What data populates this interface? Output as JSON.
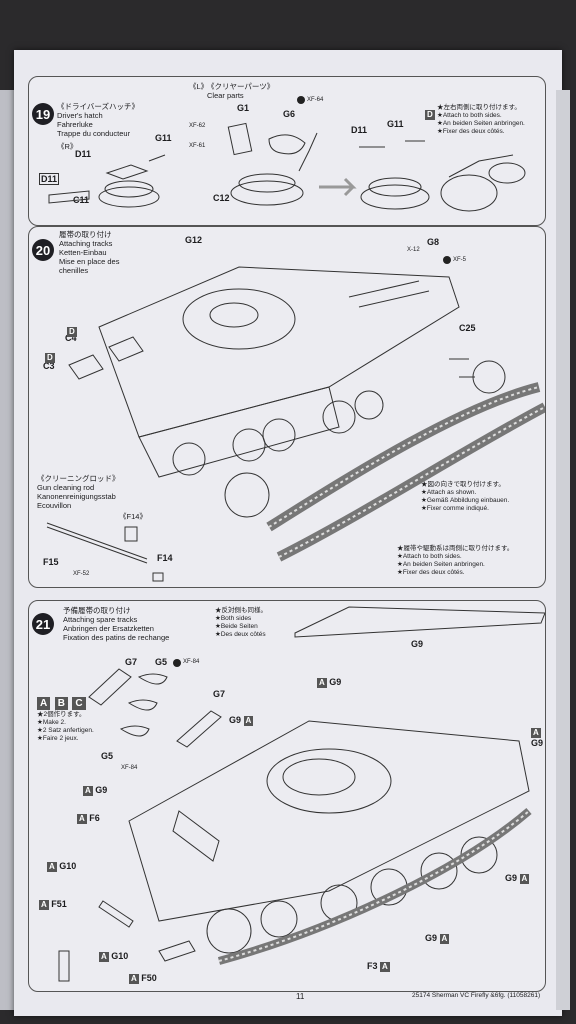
{
  "page": {
    "number": "11",
    "kit_code": "25174 Sherman VC Firefly &6fg. (11058261)"
  },
  "step19": {
    "num": "19",
    "title_jp": "《ドライバーズハッチ》",
    "title_en": "Driver's hatch",
    "title_de": "Fahrerluke",
    "title_fr": "Trappe du conducteur",
    "r_label": "《R》",
    "l_label": "《L》",
    "clear_jp": "《クリヤーパーツ》",
    "clear_en": "Clear parts",
    "parts": {
      "d11": "D11",
      "g11": "G11",
      "c11": "C11",
      "g1": "G1",
      "g6": "G6",
      "c12": "C12",
      "xf62": "XF-62",
      "xf61": "XF-61",
      "xf64": "XF-64",
      "d11b": "D11",
      "g11b": "G11"
    },
    "d_box": "D",
    "note_jp": "★左右両側に取り付けます。",
    "note_en": "★Attach to both sides.",
    "note_de": "★An beiden Seiten anbringen.",
    "note_fr": "★Fixer des deux côtés."
  },
  "step20": {
    "num": "20",
    "title_jp": "履帯の取り付け",
    "title_en": "Attaching tracks",
    "title_de": "Ketten-Einbau",
    "title_fr": "Mise en place des chenilles",
    "parts": {
      "g12": "G12",
      "g8": "G8",
      "x12": "X-12",
      "xf5": "XF-5",
      "c25": "C25",
      "c4": "C4",
      "c3": "C3",
      "d": "D"
    },
    "rod_jp": "《クリーニングロッド》",
    "rod_en": "Gun cleaning rod",
    "rod_de": "Kanonenreinigungsstab",
    "rod_fr": "Ecouvillon",
    "f14_box": "《F14》",
    "f15": "F15",
    "f14": "F14",
    "xf52": "XF-52",
    "note1_jp": "★図の向きで取り付けます。",
    "note1_en": "★Attach as shown.",
    "note1_de": "★Gemäß Abbildung einbauen.",
    "note1_fr": "★Fixer comme indiqué.",
    "note2_jp": "★履帯や駆動系は両側に取り付けます。",
    "note2_en": "★Attach to both sides.",
    "note2_de": "★An beiden Seiten anbringen.",
    "note2_fr": "★Fixer des deux côtés."
  },
  "step21": {
    "num": "21",
    "title_jp": "予備履帯の取り付け",
    "title_en": "Attaching spare tracks",
    "title_de": "Anbringen der Ersatzketten",
    "title_fr": "Fixation des patins de rechange",
    "note_jp": "★反対側も同様。",
    "note_en": "★Both sides",
    "note_de": "★Beide Seiten",
    "note_fr": "★Des deux côtés",
    "abc": [
      "A",
      "B",
      "C"
    ],
    "make_jp": "★2個作ります。",
    "make_en": "★Make 2.",
    "make_de": "★2 Satz anfertigen.",
    "make_fr": "★Faire 2 jeux.",
    "parts": {
      "g7": "G7",
      "g5": "G5",
      "xf84": "XF-84",
      "g7b": "G7",
      "g5b": "G5",
      "xf84b": "XF-84",
      "g9": "G9",
      "f6": "F6",
      "g10": "G10",
      "f51": "F51",
      "g10b": "G10",
      "f50": "F50",
      "f3": "F3",
      "a": "A"
    }
  }
}
